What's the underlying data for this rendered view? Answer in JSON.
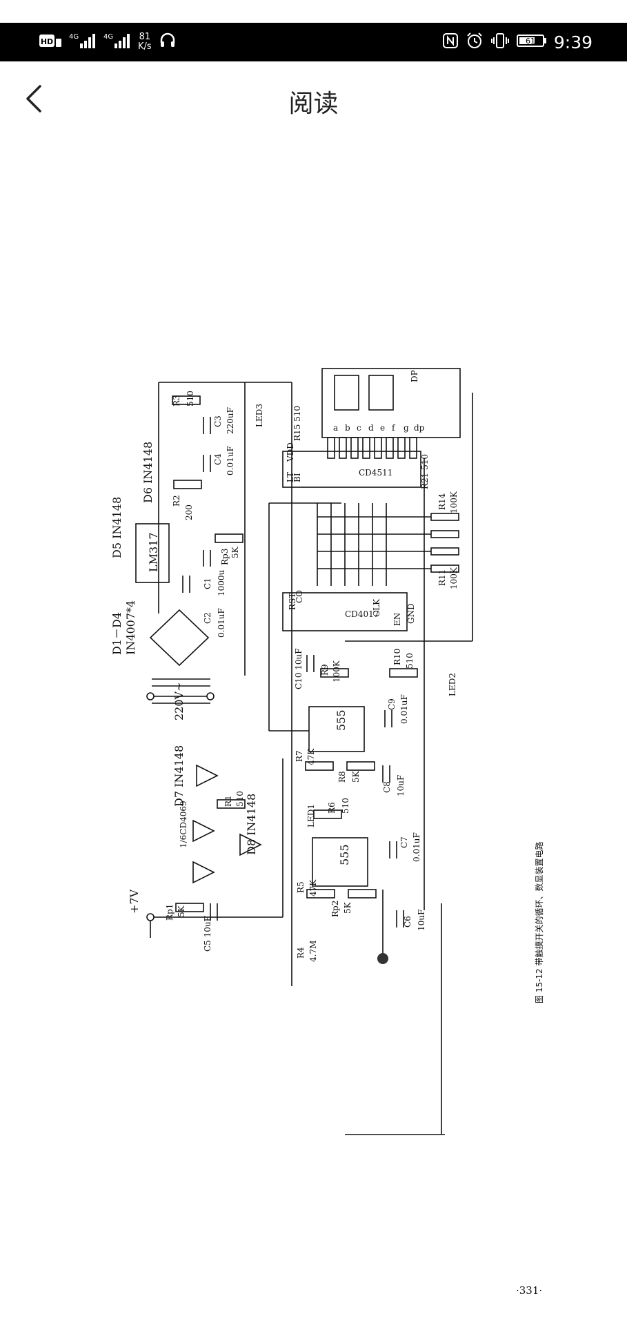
{
  "status_bar": {
    "hd_label": "HD",
    "net1": "4G",
    "net2": "4G",
    "speed_value": "81",
    "speed_unit": "K/s",
    "battery": "61",
    "time": "9:39"
  },
  "header": {
    "title": "阅读"
  },
  "document": {
    "caption": "图 15-12  带触摸开关的循环、数显装置电路",
    "page_number": "·331·",
    "labels": {
      "plus7v": "+7V",
      "v220": "220V~",
      "d1d4": "D1－D4",
      "in4007": "IN4007*4",
      "d5": "D5 IN4148",
      "d6": "D6 IN4148",
      "d7": "D7 IN4148",
      "d8": "D8 IN4148",
      "lm317": "LM317",
      "r2": "R2",
      "r2v": "200",
      "r3": "R3",
      "r3v": "510",
      "rp3": "Rp3",
      "rp3v": "5K",
      "c1": "C1",
      "c1v": "1000u",
      "c2": "C2",
      "c2v": "0.01uF",
      "c3": "C3",
      "c3v": "220uF",
      "c4": "C4",
      "c4v": "0.01uF",
      "led3": "LED3",
      "led2": "LED2",
      "led1": "LED1",
      "cd4511": "CD4511",
      "cd4017": "CD4017",
      "ic555a": "555",
      "ic555b": "555",
      "r15": "R15 510",
      "r21": "R21 510",
      "r14": "R14",
      "r14v": "100K",
      "r11": "R11",
      "r11v": "100K",
      "r9": "R9",
      "r9v": "100K",
      "r10": "R10",
      "r10v": "510",
      "c10": "C10 10uF",
      "c9": "C9",
      "c9v": "0.01uF",
      "r7": "R7",
      "r7v": "47K",
      "r8": "R8",
      "r8v": "5K",
      "c8": "C8",
      "c8v": "10uF",
      "r6": "R6",
      "r6v": "510",
      "c7": "C7",
      "c7v": "0.01uF",
      "r5": "R5",
      "r5v": "47K",
      "rp2": "Rp2",
      "rp2v": "5K",
      "c6": "C6",
      "c6v": "10uF",
      "r4": "R4",
      "r4v": "4.7M",
      "r1": "R1",
      "r1v": "510",
      "rp1": "Rp1",
      "rp1v": "5K",
      "c5": "C5 10uF",
      "cd4069": "1/6CD4069",
      "vdd": "VDD",
      "gnd": "GND",
      "clk": "CLK",
      "en": "EN",
      "rst": "RST",
      "co": "CO",
      "lt": "LT",
      "bi": "BI",
      "dp": "DP",
      "seg_a": "a",
      "seg_b": "b",
      "seg_c": "c",
      "seg_d": "d",
      "seg_e": "e",
      "seg_f": "f",
      "seg_g": "g",
      "seg_dp": "dp"
    }
  }
}
